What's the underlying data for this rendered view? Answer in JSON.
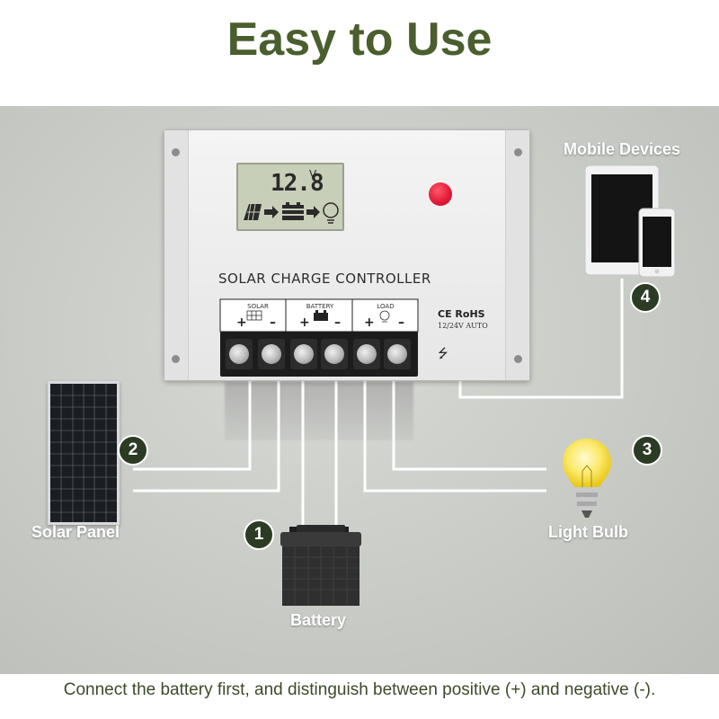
{
  "title": "Easy to Use",
  "controller": {
    "lcd_value": "12.8",
    "lcd_unit": "V",
    "name": "SOLAR CHARGE CONTROLLER",
    "terminal_labels": [
      "SOLAR",
      "BATTERY",
      "LOAD"
    ],
    "certification": "CE RoHS",
    "voltage": "12/24V AUTO",
    "usb_symbol": "⭍"
  },
  "labels": {
    "solar_panel": "Solar Panel",
    "battery": "Battery",
    "light_bulb": "Light Bulb",
    "mobile_devices": "Mobile Devices"
  },
  "steps": {
    "battery": "1",
    "solar_panel": "2",
    "light_bulb": "3",
    "mobile_devices": "4"
  },
  "footer": "Connect the battery first, and distinguish between positive (+) and negative (-).",
  "colors": {
    "title": "#4a5e2e",
    "badge": "#2c3b24",
    "wire": "#ffffff",
    "button": "#e31c3a"
  }
}
